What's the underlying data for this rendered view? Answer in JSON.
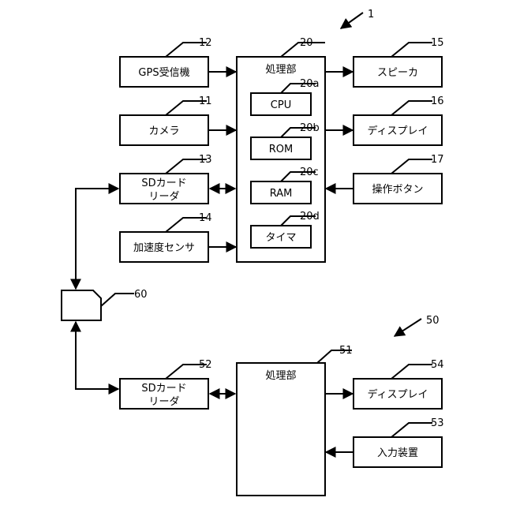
{
  "refs": {
    "r1": "1",
    "r12": "12",
    "r20": "20",
    "r15": "15",
    "r11": "11",
    "r16": "16",
    "r13": "13",
    "r17": "17",
    "r14": "14",
    "r60": "60",
    "r50": "50",
    "r52": "52",
    "r51": "51",
    "r54": "54",
    "r53": "53",
    "r20a": "20a",
    "r20b": "20b",
    "r20c": "20c",
    "r20d": "20d"
  },
  "device1": {
    "gps": "GPS受信機",
    "camera": "カメラ",
    "sd_reader_line1": "SDカード",
    "sd_reader_line2": "リーダ",
    "accel": "加速度センサ",
    "processor": "処理部",
    "cpu": "CPU",
    "rom": "ROM",
    "ram": "RAM",
    "timer": "タイマ",
    "speaker": "スピーカ",
    "display": "ディスプレイ",
    "buttons": "操作ボタン"
  },
  "device50": {
    "sd_reader_line1": "SDカード",
    "sd_reader_line2": "リーダ",
    "processor": "処理部",
    "display": "ディスプレイ",
    "input": "入力装置"
  }
}
